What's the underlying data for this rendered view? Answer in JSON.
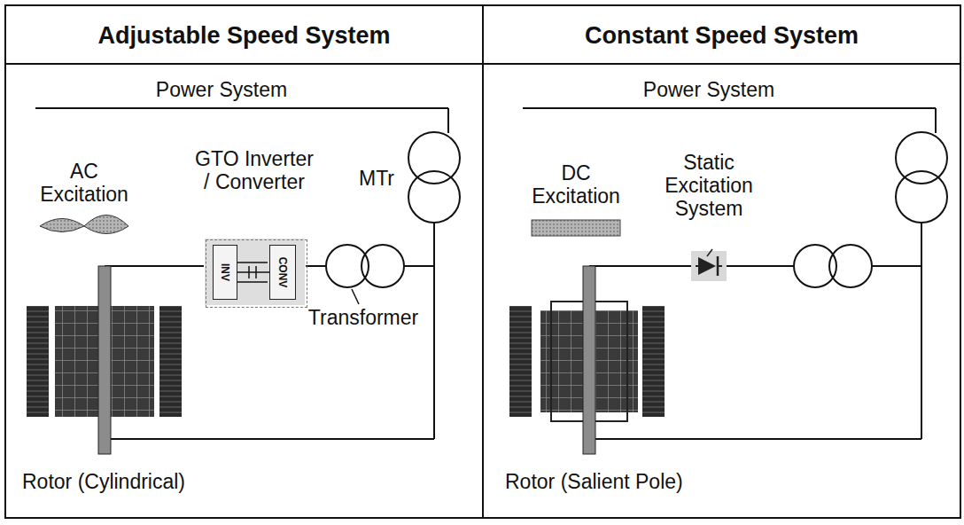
{
  "diagram": {
    "nodes": [
      {
        "text": [
          "Adjustable Speed System"
        ]
      },
      {
        "text": [
          "Constant Speed System"
        ]
      },
      {
        "text": [
          "GTO Inverter / Converter"
        ],
        "in": 0
      },
      {
        "text": [
          "INV"
        ],
        "in": 2
      },
      {
        "text": [
          "CONV"
        ],
        "in": 2
      }
    ],
    "edges": [
      {
        "from": 3,
        "to": 4,
        "arrow": "none"
      }
    ],
    "labels": [
      "Power System",
      "AC Excitation",
      "MTr",
      "Transformer",
      "Rotor (Cylindrical)",
      "Power System",
      "DC Excitation",
      "Static Excitation System",
      "Rotor (Salient Pole)"
    ]
  }
}
